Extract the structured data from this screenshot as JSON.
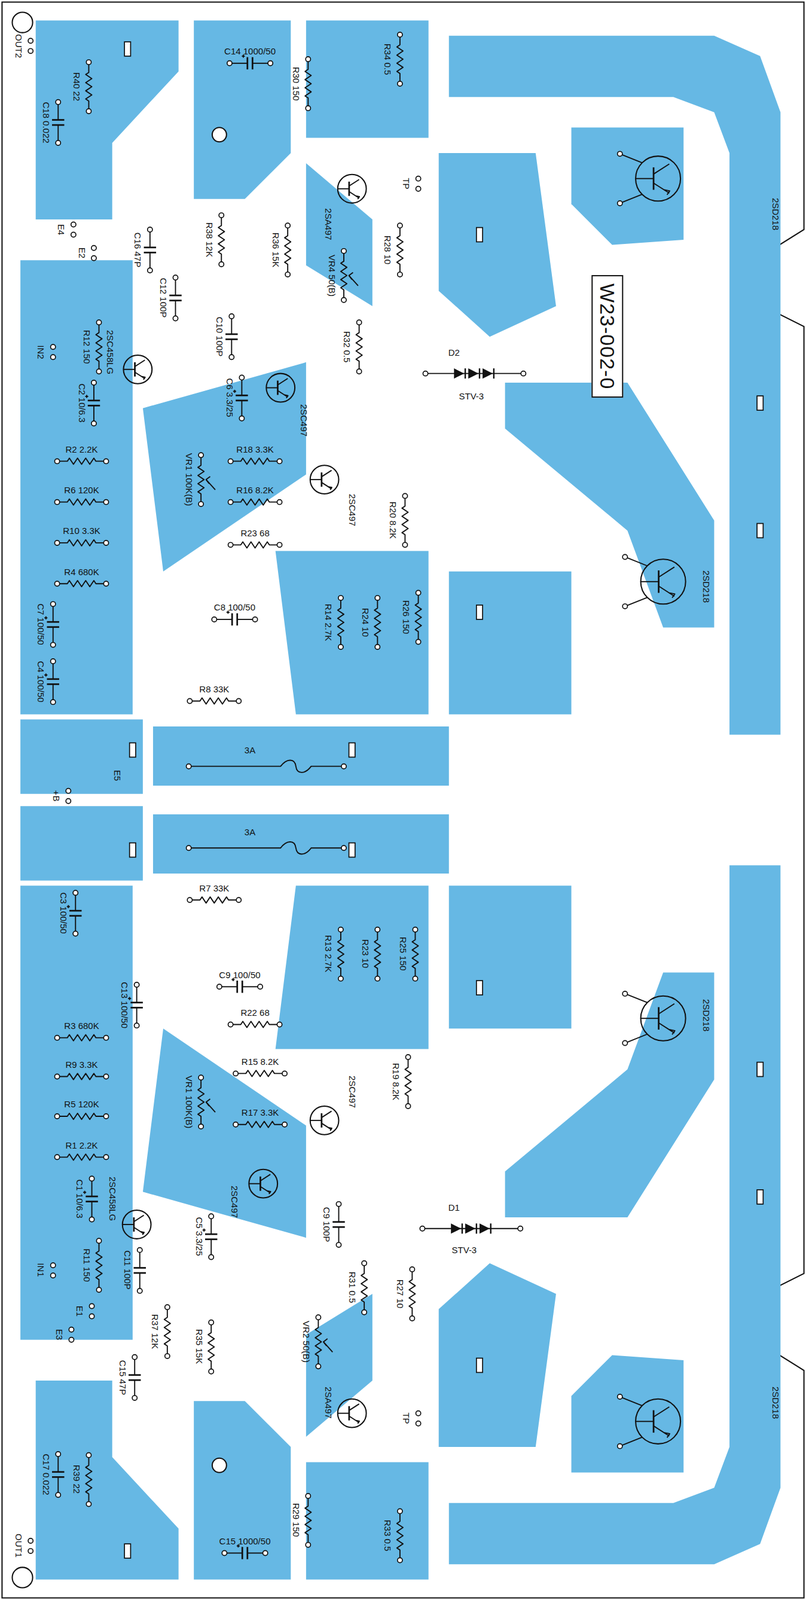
{
  "diagram": {
    "nodes": [
      {
        "text": [
          "W23-002-0"
        ]
      }
    ],
    "labels": [
      "OUT2",
      "C18 0.022",
      "R40 22",
      "E4",
      "E2",
      "C14 1000/50",
      "R30 150",
      "R34 0.5",
      "2SA497",
      "TP",
      "2SD218",
      "C16 47P",
      "R38 12K",
      "R36 15K",
      "VR4 50(B)",
      "R28 10",
      "C12 100P",
      "C10 100P",
      "C6 3.3/25",
      "R32 0.5",
      "D2",
      "STV-3",
      "IN2",
      "R12 150",
      "C2 10/6.3",
      "2SC458LG",
      "2SC497",
      "R2 2.2K",
      "VR1 100K(B)",
      "R18 3.3K",
      "R6 120K",
      "R16 8.2K",
      "2SC497",
      "R20 8.2K",
      "R10 3.3K",
      "R23 68",
      "R4 680K",
      "C7 100/50",
      "C8 100/50",
      "R14 2.7K",
      "R24 10",
      "R26 150",
      "2SD218",
      "C4 100/50",
      "R8 33K",
      "3A",
      "E5",
      "+B",
      "3A",
      "C3 100/50",
      "R7 33K",
      "R13 2.7K",
      "R23 10",
      "R25 150",
      "2SD218",
      "C9 100/50",
      "C13 100/50",
      "R3 680K",
      "R22 68",
      "R9 3.3K",
      "R15 8.2K",
      "VR1 100K(B)",
      "R5 120K",
      "R19 8.2K",
      "2SC497",
      "R17 3.3K",
      "R1 2.2K",
      "2SC458LG",
      "C1 10/6.3",
      "2SC497",
      "C5 3.3/25",
      "C9 100P",
      "D1",
      "STV-3",
      "R11 150",
      "C11 100P",
      "IN1",
      "R31 0.5",
      "R27 10",
      "E1",
      "E3",
      "R37 12K",
      "R35 15K",
      "VR2 50(B)",
      "C15 47P",
      "2SA497",
      "TP",
      "2SD218",
      "R39 22",
      "C17 0.022",
      "C15 1000/50",
      "R29 150",
      "R33 0.5",
      "OUT1"
    ]
  }
}
